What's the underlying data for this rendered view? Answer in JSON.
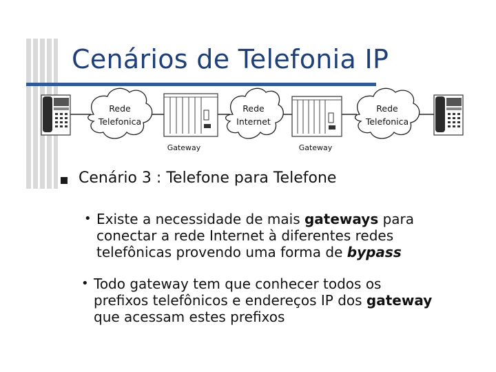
{
  "slide": {
    "title": "Cenários de Telefonia IP"
  },
  "diagram": {
    "clouds": [
      {
        "line1": "Rede",
        "line2": "Telefonica"
      },
      {
        "line1": "Rede",
        "line2": "Internet"
      },
      {
        "line1": "Rede",
        "line2": "Telefonica"
      }
    ],
    "gateways": [
      {
        "label": "Gateway"
      },
      {
        "label": "Gateway"
      }
    ]
  },
  "bullets": {
    "heading": "Cenário 3 : Telefone para Telefone",
    "items": [
      {
        "parts": [
          {
            "text": "Existe a necessidade de mais ",
            "style": "normal"
          },
          {
            "text": "gateways",
            "style": "bold"
          },
          {
            "text": " para",
            "style": "normal"
          }
        ],
        "line2": "conectar a rede Internet à diferentes redes",
        "line3_a": "telefônicas provendo uma forma de ",
        "line3_b": "bypass"
      },
      {
        "line1": "Todo gateway tem que conhecer todos os",
        "line2_a": "prefixos telefônicos e endereços IP dos ",
        "line2_b": "gateway",
        "line3": "que acessam estes prefixos"
      }
    ]
  }
}
